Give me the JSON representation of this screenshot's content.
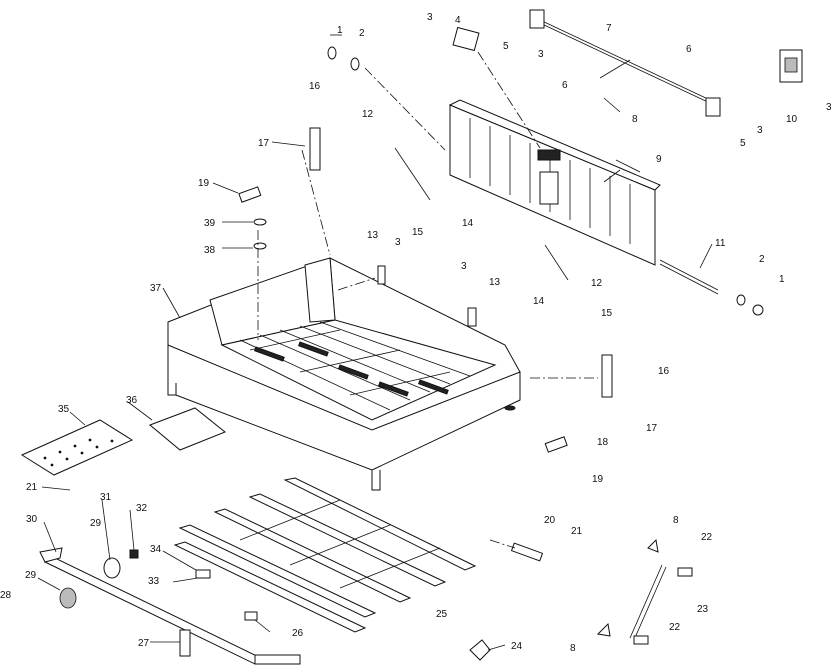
{
  "callouts": [
    {
      "id": "c1a",
      "text": "1"
    },
    {
      "id": "c2a",
      "text": "2"
    },
    {
      "id": "c3a",
      "text": "3"
    },
    {
      "id": "c4",
      "text": "4"
    },
    {
      "id": "c5a",
      "text": "5"
    },
    {
      "id": "c3b",
      "text": "3"
    },
    {
      "id": "c7",
      "text": "7"
    },
    {
      "id": "c6a",
      "text": "6"
    },
    {
      "id": "c6b",
      "text": "6"
    },
    {
      "id": "c8a",
      "text": "8"
    },
    {
      "id": "c5b",
      "text": "5"
    },
    {
      "id": "c3c",
      "text": "3"
    },
    {
      "id": "c10",
      "text": "10"
    },
    {
      "id": "c3d",
      "text": "3"
    },
    {
      "id": "c9",
      "text": "9"
    },
    {
      "id": "c16a",
      "text": "16"
    },
    {
      "id": "c17a",
      "text": "17"
    },
    {
      "id": "c12a",
      "text": "12"
    },
    {
      "id": "c19a",
      "text": "19"
    },
    {
      "id": "c14a",
      "text": "14"
    },
    {
      "id": "c15a",
      "text": "15"
    },
    {
      "id": "c39",
      "text": "39"
    },
    {
      "id": "c38",
      "text": "38"
    },
    {
      "id": "c13a",
      "text": "13"
    },
    {
      "id": "c3e",
      "text": "3"
    },
    {
      "id": "c37",
      "text": "37"
    },
    {
      "id": "c3f",
      "text": "3"
    },
    {
      "id": "c13b",
      "text": "13"
    },
    {
      "id": "c12b",
      "text": "12"
    },
    {
      "id": "c14b",
      "text": "14"
    },
    {
      "id": "c15b",
      "text": "15"
    },
    {
      "id": "c11",
      "text": "11"
    },
    {
      "id": "c2b",
      "text": "2"
    },
    {
      "id": "c1b",
      "text": "1"
    },
    {
      "id": "c16b",
      "text": "16"
    },
    {
      "id": "c17b",
      "text": "17"
    },
    {
      "id": "c35",
      "text": "35"
    },
    {
      "id": "c36",
      "text": "36"
    },
    {
      "id": "c18",
      "text": "18"
    },
    {
      "id": "c19b",
      "text": "19"
    },
    {
      "id": "c21a",
      "text": "21"
    },
    {
      "id": "c31",
      "text": "31"
    },
    {
      "id": "c32",
      "text": "32"
    },
    {
      "id": "c30",
      "text": "30"
    },
    {
      "id": "c29a",
      "text": "29"
    },
    {
      "id": "c34",
      "text": "34"
    },
    {
      "id": "c20",
      "text": "20"
    },
    {
      "id": "c21b",
      "text": "21"
    },
    {
      "id": "c8b",
      "text": "8"
    },
    {
      "id": "c22a",
      "text": "22"
    },
    {
      "id": "c29b",
      "text": "29"
    },
    {
      "id": "c33",
      "text": "33"
    },
    {
      "id": "c28",
      "text": "28"
    },
    {
      "id": "c25",
      "text": "25"
    },
    {
      "id": "c23",
      "text": "23"
    },
    {
      "id": "c26",
      "text": "26"
    },
    {
      "id": "c27",
      "text": "27"
    },
    {
      "id": "c24",
      "text": "24"
    },
    {
      "id": "c8c",
      "text": "8"
    },
    {
      "id": "c22b",
      "text": "22"
    }
  ]
}
